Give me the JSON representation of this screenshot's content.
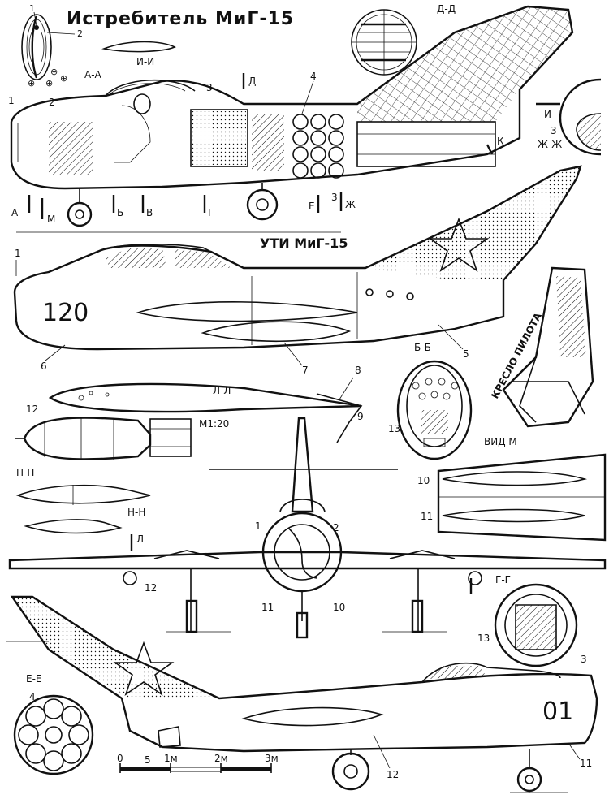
{
  "titles": {
    "main": "Истребитель МиГ-15",
    "uti": "УТИ МиГ-15",
    "seat": "КРЕСЛО ПИЛОТА",
    "side_number_top": "120",
    "side_number_bottom": "01",
    "scale_note": "M1:20"
  },
  "sections": {
    "aa": "А-А",
    "ii": "И-И",
    "dd": "Д-Д",
    "zhzh": "Ж-Ж",
    "bb": "Б-Б",
    "ll": "Л-Л",
    "pp": "П-П",
    "nn": "Н-Н",
    "gg": "Г-Г",
    "ee": "Е-Е",
    "view_m": "ВИД М"
  },
  "cut_marks": {
    "A": "А",
    "M": "М",
    "B": "Б",
    "V": "В",
    "G": "Г",
    "E": "Е",
    "ZH": "Ж",
    "D": "Д",
    "K": "К",
    "I": "И",
    "L": "Л"
  },
  "callouts": [
    "1",
    "2",
    "3",
    "4",
    "5",
    "6",
    "7",
    "8",
    "9",
    "10",
    "11",
    "12",
    "13"
  ],
  "scale_bar": {
    "ticks": [
      "0",
      "1м",
      "2м",
      "3м"
    ]
  }
}
